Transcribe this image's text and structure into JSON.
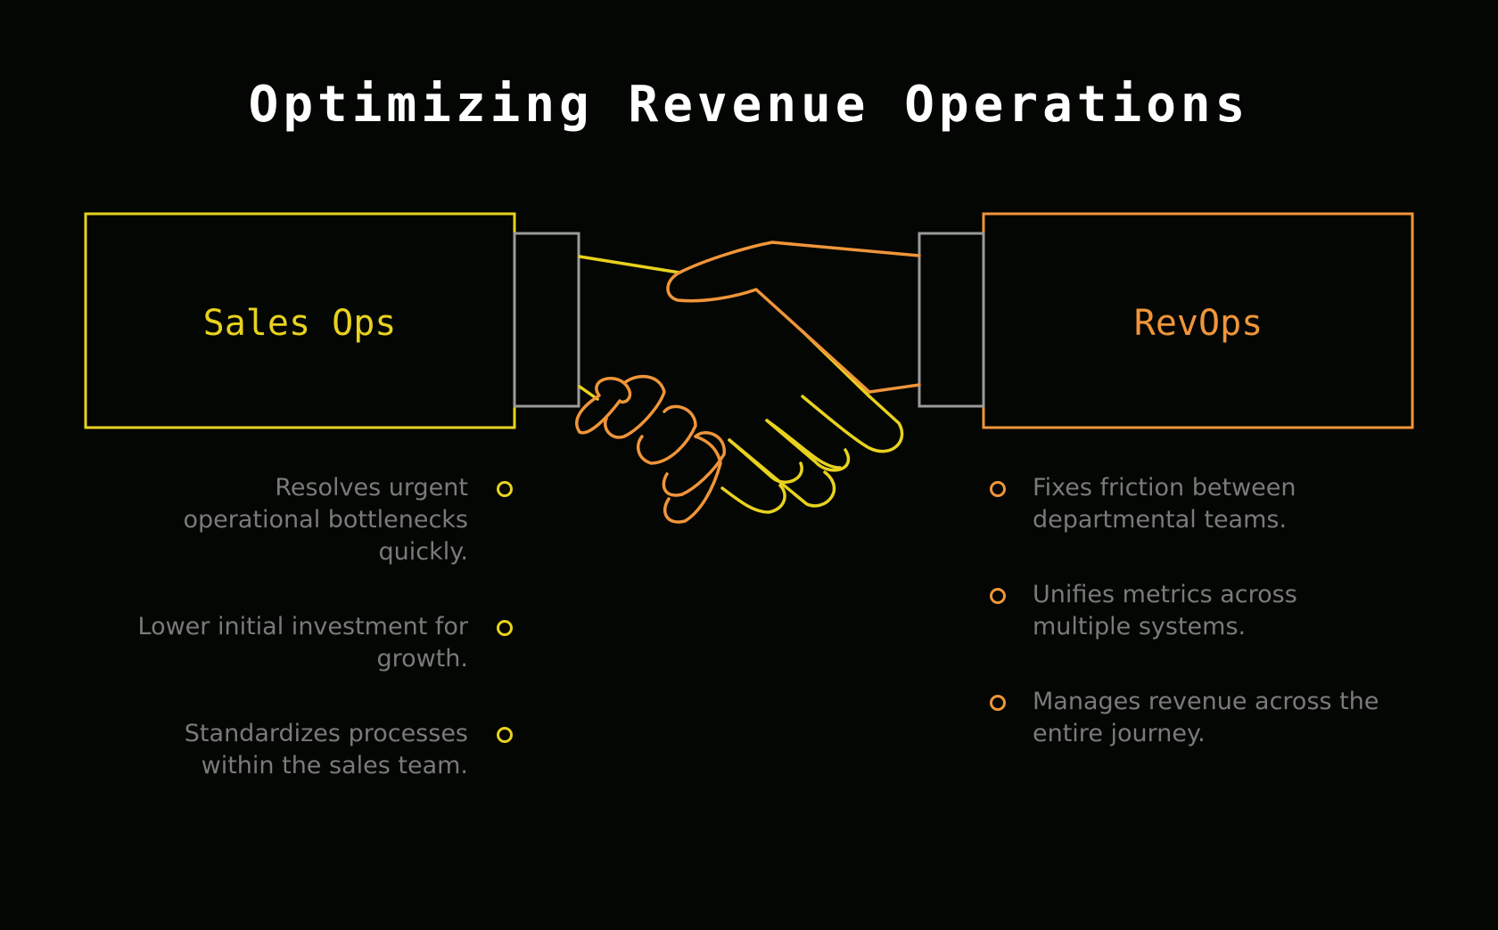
{
  "title": "Optimizing Revenue Operations",
  "colors": {
    "background": "#030603",
    "title": "#ffffff",
    "sales_accent": "#e8d21e",
    "revops_accent": "#f0953a",
    "cuff": "#9a9a9a",
    "bullet_text": "#7a7a7a"
  },
  "left": {
    "label": "Sales Ops",
    "bullets": [
      "Resolves urgent operational bottlenecks quickly.",
      "Lower initial investment for growth.",
      "Standardizes processes within the sales team."
    ]
  },
  "right": {
    "label": "RevOps",
    "bullets": [
      "Fixes friction between departmental teams.",
      "Unifies metrics across multiple systems.",
      "Manages revenue across the entire journey."
    ]
  },
  "icons": [
    "handshake-icon",
    "bullet-dot-icon"
  ]
}
